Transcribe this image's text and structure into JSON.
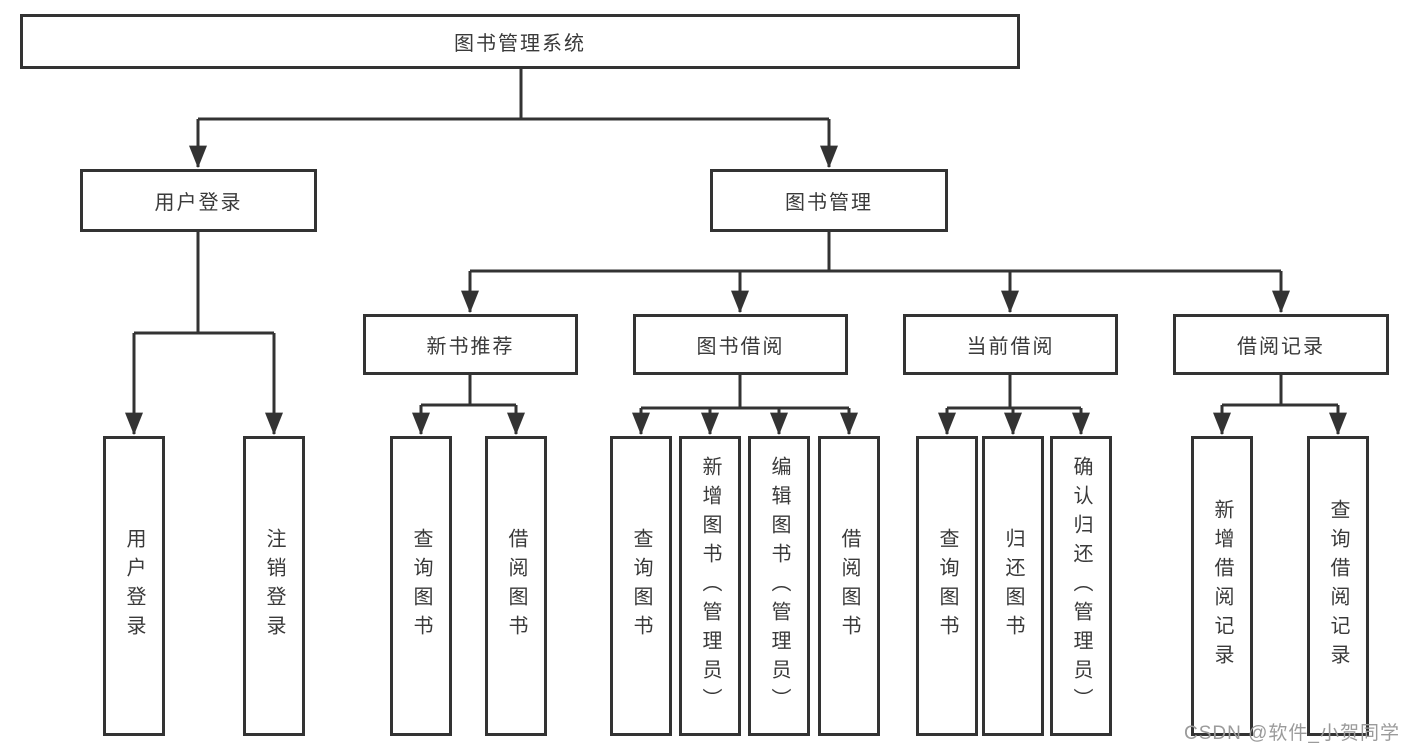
{
  "diagram_title": "图书管理系统",
  "nodes": {
    "root": {
      "label": "图书管理系统"
    },
    "level2": [
      {
        "label": "用户登录"
      },
      {
        "label": "图书管理"
      }
    ],
    "level3": [
      {
        "label": "新书推荐",
        "parent": "图书管理"
      },
      {
        "label": "图书借阅",
        "parent": "图书管理"
      },
      {
        "label": "当前借阅",
        "parent": "图书管理"
      },
      {
        "label": "借阅记录",
        "parent": "图书管理"
      }
    ],
    "leaves": [
      {
        "label": "用户登录",
        "parent": "用户登录"
      },
      {
        "label": "注销登录",
        "parent": "用户登录"
      },
      {
        "label": "查询图书",
        "parent": "新书推荐"
      },
      {
        "label": "借阅图书",
        "parent": "新书推荐"
      },
      {
        "label": "查询图书",
        "parent": "图书借阅"
      },
      {
        "label": "新增图书（管理员）",
        "parent": "图书借阅"
      },
      {
        "label": "编辑图书（管理员）",
        "parent": "图书借阅"
      },
      {
        "label": "借阅图书",
        "parent": "图书借阅"
      },
      {
        "label": "查询图书",
        "parent": "当前借阅"
      },
      {
        "label": "归还图书",
        "parent": "当前借阅"
      },
      {
        "label": "确认归还（管理员）",
        "parent": "当前借阅"
      },
      {
        "label": "新增借阅记录",
        "parent": "借阅记录"
      },
      {
        "label": "查询借阅记录",
        "parent": "借阅记录"
      }
    ]
  },
  "colors": {
    "line": "#333333",
    "box_border": "#333333",
    "text": "#3a3a3a",
    "background": "#ffffff",
    "watermark": "#9b9b9b"
  },
  "watermark": {
    "text": "CSDN @软件_小贺同学"
  }
}
